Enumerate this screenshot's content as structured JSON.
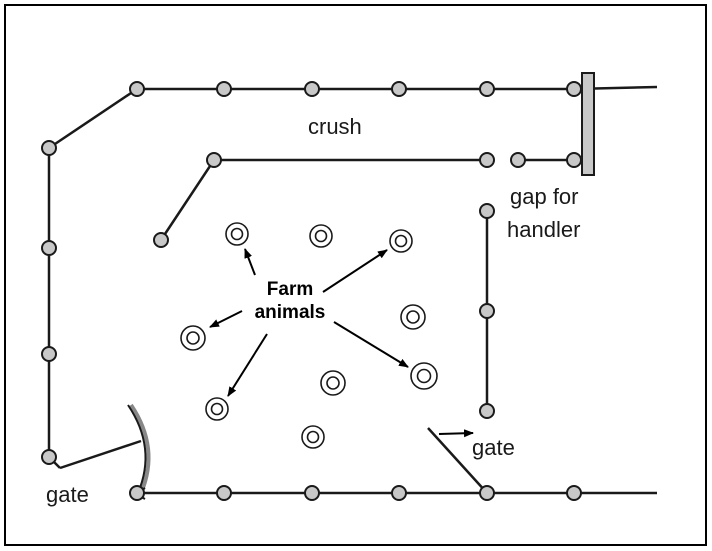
{
  "labels": {
    "crush": "crush",
    "gap_line1": "gap for",
    "gap_line2": "handler",
    "animals_line1": "Farm",
    "animals_line2": "animals",
    "gate_left": "gate",
    "gate_right": "gate"
  },
  "colors": {
    "post_fill": "#c8c8c8",
    "line": "#1a1a1a",
    "background": "#ffffff"
  }
}
